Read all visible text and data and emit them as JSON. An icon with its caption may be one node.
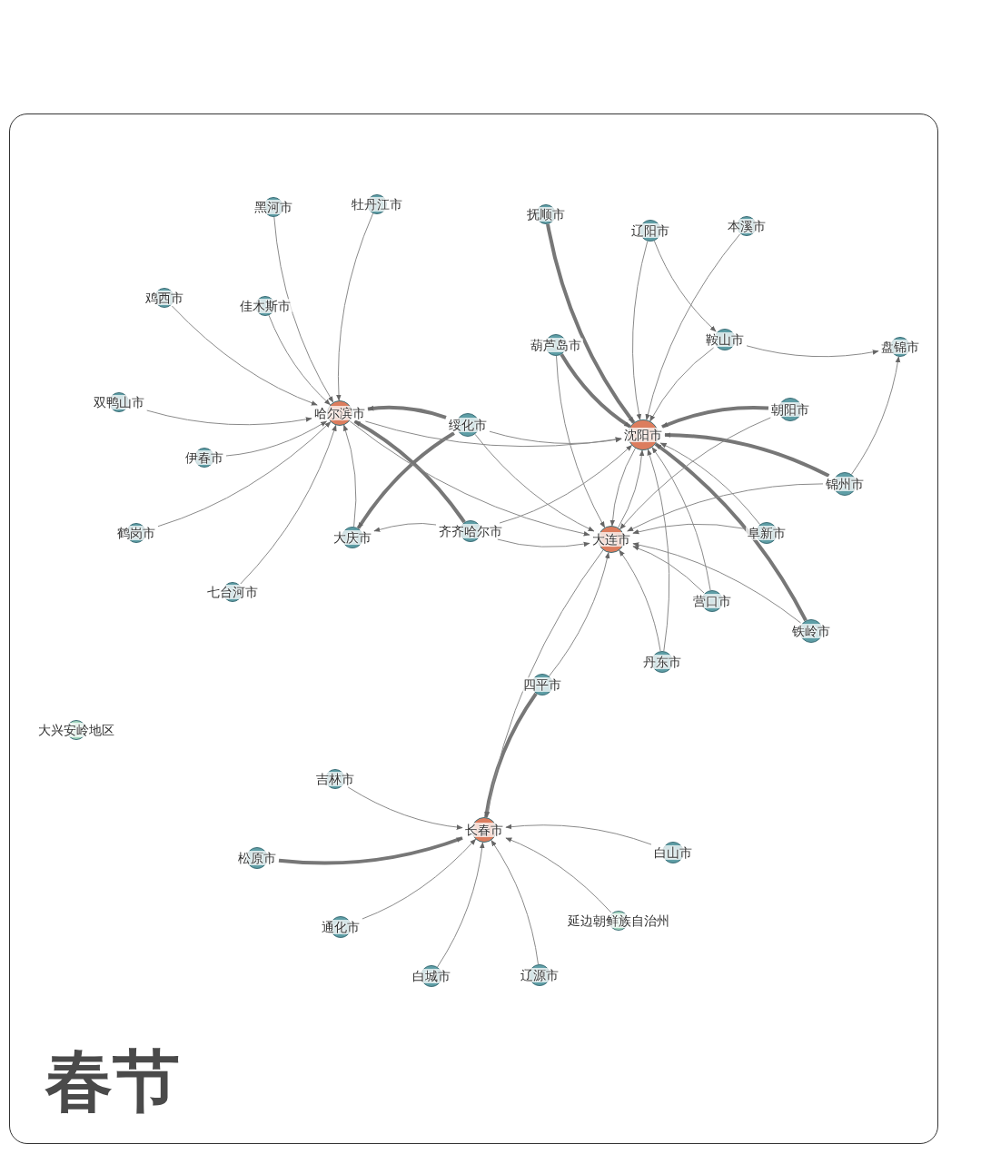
{
  "diagram": {
    "title": "春节",
    "nodes": [
      {
        "text": [
          "哈尔滨市"
        ]
      },
      {
        "text": [
          "黑河市"
        ]
      },
      {
        "text": [
          "牡丹江市"
        ]
      },
      {
        "text": [
          "鸡西市"
        ]
      },
      {
        "text": [
          "佳木斯市"
        ]
      },
      {
        "text": [
          "双鸭山市"
        ]
      },
      {
        "text": [
          "伊春市"
        ]
      },
      {
        "text": [
          "鹤岗市"
        ]
      },
      {
        "text": [
          "七台河市"
        ]
      },
      {
        "text": [
          "绥化市"
        ]
      },
      {
        "text": [
          "大庆市"
        ]
      },
      {
        "text": [
          "齐齐哈尔市"
        ]
      },
      {
        "text": [
          "抚顺市"
        ]
      },
      {
        "text": [
          "辽阳市"
        ]
      },
      {
        "text": [
          "本溪市"
        ]
      },
      {
        "text": [
          "葫芦岛市"
        ]
      },
      {
        "text": [
          "鞍山市"
        ]
      },
      {
        "text": [
          "盘锦市"
        ]
      },
      {
        "text": [
          "沈阳市"
        ]
      },
      {
        "text": [
          "朝阳市"
        ]
      },
      {
        "text": [
          "锦州市"
        ]
      },
      {
        "text": [
          "大连市"
        ]
      },
      {
        "text": [
          "阜新市"
        ]
      },
      {
        "text": [
          "营口市"
        ]
      },
      {
        "text": [
          "铁岭市"
        ]
      },
      {
        "text": [
          "丹东市"
        ]
      },
      {
        "text": [
          "四平市"
        ]
      },
      {
        "text": [
          "大兴安岭地区"
        ]
      },
      {
        "text": [
          "吉林市"
        ]
      },
      {
        "text": [
          "长春市"
        ]
      },
      {
        "text": [
          "松原市"
        ]
      },
      {
        "text": [
          "白山市"
        ]
      },
      {
        "text": [
          "通化市"
        ]
      },
      {
        "text": [
          "延边朝鲜族自治州"
        ]
      },
      {
        "text": [
          "白城市"
        ]
      },
      {
        "text": [
          "辽源市"
        ]
      }
    ],
    "edges": [
      {
        "from": 1,
        "to": 0,
        "arrow": "to"
      },
      {
        "from": 2,
        "to": 0,
        "arrow": "to"
      },
      {
        "from": 3,
        "to": 0,
        "arrow": "to"
      },
      {
        "from": 4,
        "to": 0,
        "arrow": "to"
      },
      {
        "from": 5,
        "to": 0,
        "arrow": "to"
      },
      {
        "from": 6,
        "to": 0,
        "arrow": "to"
      },
      {
        "from": 7,
        "to": 0,
        "arrow": "to"
      },
      {
        "from": 8,
        "to": 0,
        "arrow": "to"
      },
      {
        "from": 10,
        "to": 0,
        "arrow": "to"
      },
      {
        "from": 11,
        "to": 0,
        "arrow": "to",
        "style": "thick"
      },
      {
        "from": 9,
        "to": 0,
        "arrow": "to",
        "style": "thick"
      },
      {
        "from": 9,
        "to": 10,
        "arrow": "to",
        "style": "thick"
      },
      {
        "from": 11,
        "to": 10,
        "arrow": "to"
      },
      {
        "from": 0,
        "to": 18,
        "arrow": "to"
      },
      {
        "from": 0,
        "to": 21,
        "arrow": "to"
      },
      {
        "from": 9,
        "to": 18,
        "arrow": "to"
      },
      {
        "from": 9,
        "to": 21,
        "arrow": "to"
      },
      {
        "from": 11,
        "to": 18,
        "arrow": "to"
      },
      {
        "from": 11,
        "to": 21,
        "arrow": "to"
      },
      {
        "from": 12,
        "to": 18,
        "arrow": "to",
        "style": "thick"
      },
      {
        "from": 13,
        "to": 18,
        "arrow": "to"
      },
      {
        "from": 14,
        "to": 18,
        "arrow": "to"
      },
      {
        "from": 15,
        "to": 18,
        "arrow": "to",
        "style": "thick"
      },
      {
        "from": 16,
        "to": 18,
        "arrow": "to"
      },
      {
        "from": 13,
        "to": 16,
        "arrow": "to"
      },
      {
        "from": 16,
        "to": 17,
        "arrow": "to"
      },
      {
        "from": 20,
        "to": 17,
        "arrow": "to"
      },
      {
        "from": 19,
        "to": 18,
        "arrow": "to",
        "style": "thick"
      },
      {
        "from": 20,
        "to": 18,
        "arrow": "to",
        "style": "thick"
      },
      {
        "from": 22,
        "to": 18,
        "arrow": "to"
      },
      {
        "from": 23,
        "to": 18,
        "arrow": "to"
      },
      {
        "from": 24,
        "to": 18,
        "arrow": "to",
        "style": "thick"
      },
      {
        "from": 25,
        "to": 18,
        "arrow": "to"
      },
      {
        "from": 21,
        "to": 18,
        "arrow": "to"
      },
      {
        "from": 15,
        "to": 21,
        "arrow": "to"
      },
      {
        "from": 19,
        "to": 21,
        "arrow": "to"
      },
      {
        "from": 20,
        "to": 21,
        "arrow": "to"
      },
      {
        "from": 22,
        "to": 21,
        "arrow": "to"
      },
      {
        "from": 23,
        "to": 21,
        "arrow": "to"
      },
      {
        "from": 24,
        "to": 21,
        "arrow": "to"
      },
      {
        "from": 25,
        "to": 21,
        "arrow": "to"
      },
      {
        "from": 26,
        "to": 21,
        "arrow": "to"
      },
      {
        "from": 18,
        "to": 21,
        "arrow": "to"
      },
      {
        "from": 26,
        "to": 29,
        "arrow": "to",
        "style": "thick"
      },
      {
        "from": 21,
        "to": 29,
        "arrow": "to"
      },
      {
        "from": 28,
        "to": 29,
        "arrow": "to"
      },
      {
        "from": 30,
        "to": 29,
        "arrow": "to",
        "style": "thick"
      },
      {
        "from": 31,
        "to": 29,
        "arrow": "to"
      },
      {
        "from": 32,
        "to": 29,
        "arrow": "to"
      },
      {
        "from": 33,
        "to": 29,
        "arrow": "to"
      },
      {
        "from": 34,
        "to": 29,
        "arrow": "to"
      },
      {
        "from": 35,
        "to": 29,
        "arrow": "to"
      }
    ]
  }
}
